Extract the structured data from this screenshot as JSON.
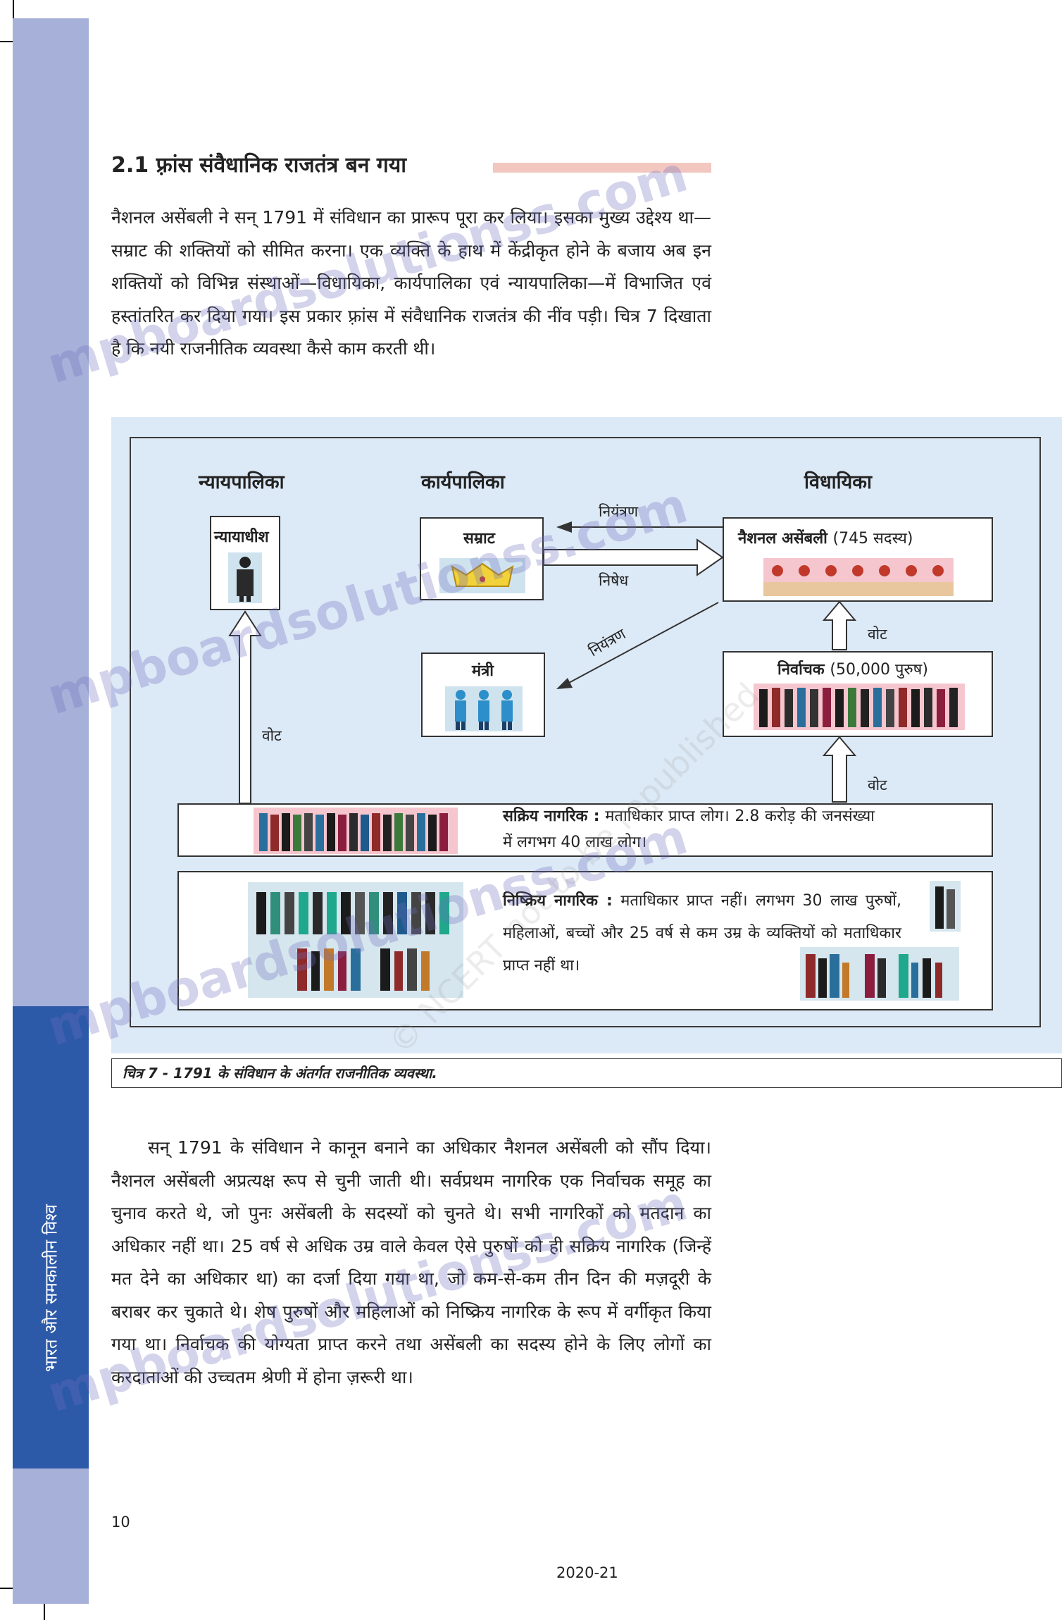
{
  "sidebar": {
    "vertical_text": "भारत और समकालीन विश्व"
  },
  "section": {
    "heading": "2.1 फ़्रांस संवैधानिक राजतंत्र बन गया",
    "intro": "नैशनल असेंबली ने सन् 1791 में संविधान का प्रारूप पूरा कर लिया। इसका मुख्य उद्देश्य था—सम्राट की शक्तियों को सीमित करना। एक व्यक्ति के हाथ में केंद्रीकृत होने के बजाय अब इन शक्तियों को विभिन्न संस्थाओं—विधायिका, कार्यपालिका एवं न्यायपालिका—में विभाजित एवं हस्तांतरित कर दिया गया। इस प्रकार फ़्रांस में संवैधानिक राजतंत्र की नींव पड़ी। चित्र 7 दिखाता है कि नयी राजनीतिक व्यवस्था कैसे काम करती थी।"
  },
  "diagram": {
    "columns": {
      "judiciary": "न्यायपालिका",
      "executive": "कार्यपालिका",
      "legislature": "विधायिका"
    },
    "boxes": {
      "judge": "न्यायाधीश",
      "king": "सम्राट",
      "ministers": "मंत्री",
      "assembly": "नैशनल असेंबली",
      "assembly_note": "(745 सदस्य)",
      "electors": "निर्वाचक",
      "electors_note": "(50,000 पुरुष)"
    },
    "labels": {
      "control_top": "नियंत्रण",
      "veto": "निषेध",
      "control_diag": "नियंत्रण",
      "vote_left": "वोट",
      "vote_upper": "वोट",
      "vote_lower": "वोट"
    },
    "active": {
      "term": "सक्रिय नागरिक :",
      "text": "मताधिकार प्राप्त लोग। 2.8 करोड़ की जनसंख्या में लगभग 40 लाख लोग।"
    },
    "passive": {
      "term": "निष्क्रिय नागरिक :",
      "text": "मताधिकार प्राप्त नहीं। लगभग 30 लाख पुरुषों, महिलाओं, बच्चों और 25 वर्ष से कम उम्र के व्यक्तियों को मताधिकार प्राप्त नहीं था।"
    }
  },
  "caption": "चित्र 7 - 1791 के संविधान के अंतर्गत राजनीतिक व्यवस्था.",
  "body": "सन् 1791 के संविधान ने कानून बनाने का अधिकार नैशनल असेंबली को सौंप दिया। नैशनल असेंबली अप्रत्यक्ष रूप से चुनी जाती थी। सर्वप्रथम नागरिक एक निर्वाचक समूह का चुनाव करते थे, जो पुनः असेंबली के सदस्यों को चुनते थे। सभी नागरिकों को मतदान का अधिकार नहीं था। 25 वर्ष से अधिक उम्र वाले केवल ऐसे पुरुषों को ही सक्रिय नागरिक (जिन्हें मत देने का अधिकार था) का दर्जा दिया गया था, जो कम-से-कम तीन दिन की मज़दूरी के बराबर कर चुकाते थे। शेष पुरुषों और महिलाओं को निष्क्रिय नागरिक के रूप में वर्गीकृत किया गया था। निर्वाचक की योग्यता प्राप्त करने तथा असेंबली का सदस्य होने के लिए लोगों का करदाताओं की उच्चतम श्रेणी में होना ज़रूरी था।",
  "footer": {
    "page_number": "10",
    "year": "2020-21"
  },
  "watermark": {
    "text": "mpboardsolutionss.com",
    "ncert": "© NCERT not to be republished"
  },
  "colors": {
    "sidebar_light": "#a6b0d9",
    "sidebar_dark": "#2d5aa8",
    "diagram_bg": "#dce9f6",
    "heading_bar": "#f2c7c0"
  }
}
